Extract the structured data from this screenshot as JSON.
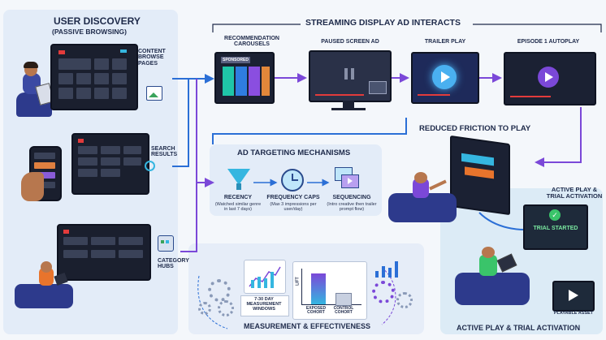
{
  "discovery": {
    "title": "USER DISCOVERY",
    "subtitle": "(PASSIVE BROWSING)",
    "content_browse": [
      "CONTENT",
      "BROWSE",
      "PAGES"
    ],
    "search_results": [
      "SEARCH",
      "RESULTS"
    ],
    "category_hubs": [
      "CATEGORY",
      "HUBS"
    ]
  },
  "streaming": {
    "title": "STREAMING DISPLAY AD INTERACTS",
    "steps": [
      {
        "label": "RECOMMENDATION CAROUSELS"
      },
      {
        "label": "PAUSED SCREEN AD"
      },
      {
        "label": "TRAILER PLAY"
      },
      {
        "label": "EPISODE 1 AUTOPLAY"
      }
    ],
    "sponsored": "SPONSORED"
  },
  "friction": {
    "title": "REDUCED FRICTION TO PLAY"
  },
  "targeting": {
    "title": "AD TARGETING MECHANISMS",
    "items": [
      {
        "title": "RECENCY",
        "desc": "(Watched similar genre in last 7 days)"
      },
      {
        "title": "FREQUENCY CAPS",
        "desc": "(Max 3 impressions per user/day)"
      },
      {
        "title": "SEQUENCING",
        "desc": "(Intro creative then trailer prompt flow)"
      }
    ]
  },
  "measurement": {
    "title": "MEASUREMENT & EFFECTIVENESS",
    "windows": "7-30 DAY MEASUREMENT WINDOWS",
    "lift": "LIFT",
    "exposed": "EXPOSED COHORT",
    "control": "CONTROL COHORT"
  },
  "active": {
    "heading": "ACTIVE PLAY & TRIAL ACTIVATION",
    "trial_started": "TRIAL STARTED",
    "playable_asset": "PLAYABLE ASSET",
    "footer": "ACTIVE PLAY & TRIAL ACTIVATION"
  },
  "colors": {
    "panel": "#e3ecf8",
    "arrow_blue": "#2b6fd6",
    "arrow_purple": "#7b48d8",
    "accent_cyan": "#35b6e0",
    "dark_navy": "#1e2a4a"
  }
}
